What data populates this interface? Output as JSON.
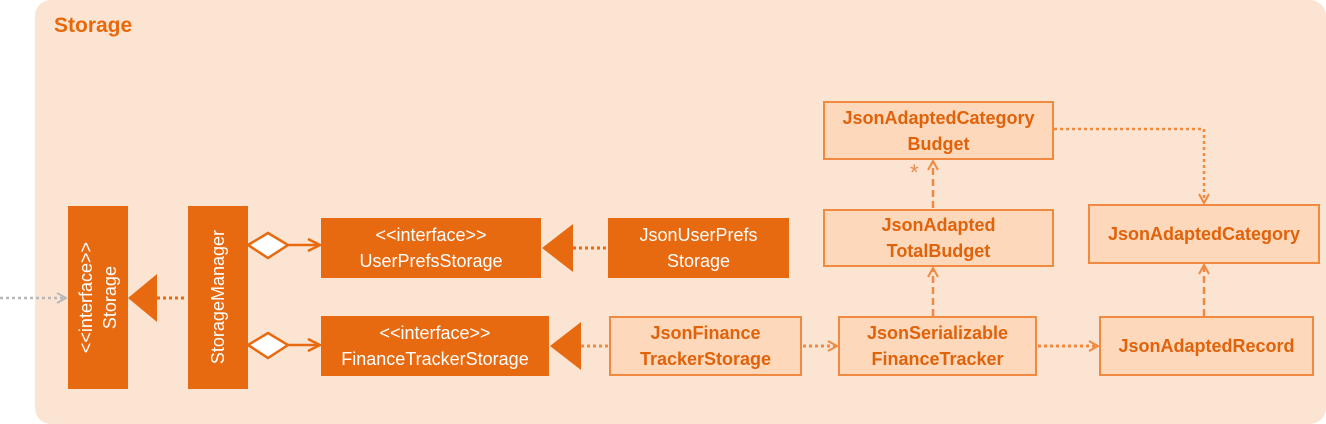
{
  "title": "Storage",
  "boxes": {
    "storage": {
      "stereotype": "<<interface>>",
      "name": "Storage"
    },
    "storage_manager": {
      "name": "StorageManager"
    },
    "user_prefs_storage": {
      "stereotype": "<<interface>>",
      "name": "UserPrefsStorage"
    },
    "finance_tracker_storage": {
      "stereotype": "<<interface>>",
      "name": "FinanceTrackerStorage"
    },
    "json_user_prefs_storage": {
      "line1": "JsonUserPrefs",
      "line2": "Storage"
    },
    "json_finance_tracker_storage": {
      "line1": "JsonFinance",
      "line2": "TrackerStorage"
    },
    "json_serializable_finance_tracker": {
      "line1": "JsonSerializable",
      "line2": "FinanceTracker"
    },
    "json_adapted_record": {
      "name": "JsonAdaptedRecord"
    },
    "json_adapted_total_budget": {
      "line1": "JsonAdapted",
      "line2": "TotalBudget"
    },
    "json_adapted_category_budget": {
      "line1": "JsonAdaptedCategory",
      "line2": "Budget"
    },
    "json_adapted_category": {
      "name": "JsonAdaptedCategory"
    }
  },
  "multiplicity": "*",
  "colors": {
    "panel": "#fce4d3",
    "solid_box": "#e86a10",
    "light_box": "#fdd8bb",
    "light_border": "#ef8a40",
    "text_accent": "#e8680a",
    "incoming_arrow": "#b8b8b8"
  }
}
